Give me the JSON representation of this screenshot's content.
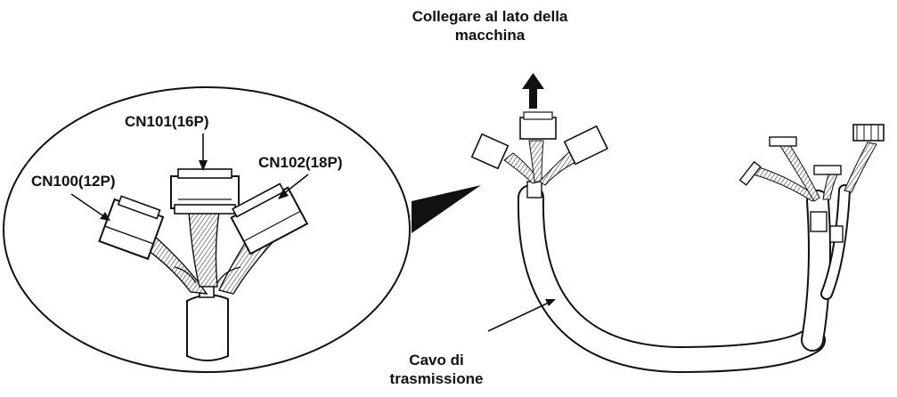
{
  "labels": {
    "machine_side": [
      "Collegare al lato della",
      "macchina"
    ],
    "cn101": "CN101(16P)",
    "cn100": "CN100(12P)",
    "cn102": "CN102(18P)",
    "cable": [
      "Cavo di",
      "trasmissione"
    ]
  },
  "colors": {
    "ink": "#111111",
    "paper": "#ffffff",
    "halftone": "#8a8a8a"
  },
  "icons": [
    "up-arrow-icon",
    "callout-pointer-icon"
  ]
}
